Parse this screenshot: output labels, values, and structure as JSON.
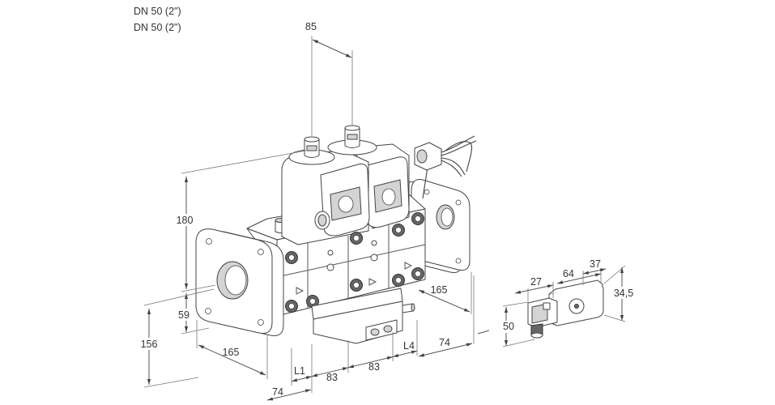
{
  "title_lines": [
    "DN 50 (2\")",
    "DN 50 (2\")"
  ],
  "dimensions": {
    "top": "85",
    "left_upper": "180",
    "left_lower": "59",
    "left_total": "156",
    "left_depth": "165",
    "bottom_left": "74",
    "chain": [
      "L1",
      "83",
      "83",
      "L4"
    ],
    "right_bottom": "74",
    "right_depth": "165"
  },
  "connector_detail": {
    "width_front": "27",
    "length": "64",
    "top": "37",
    "height_right": "34,5",
    "height_left": "50"
  }
}
